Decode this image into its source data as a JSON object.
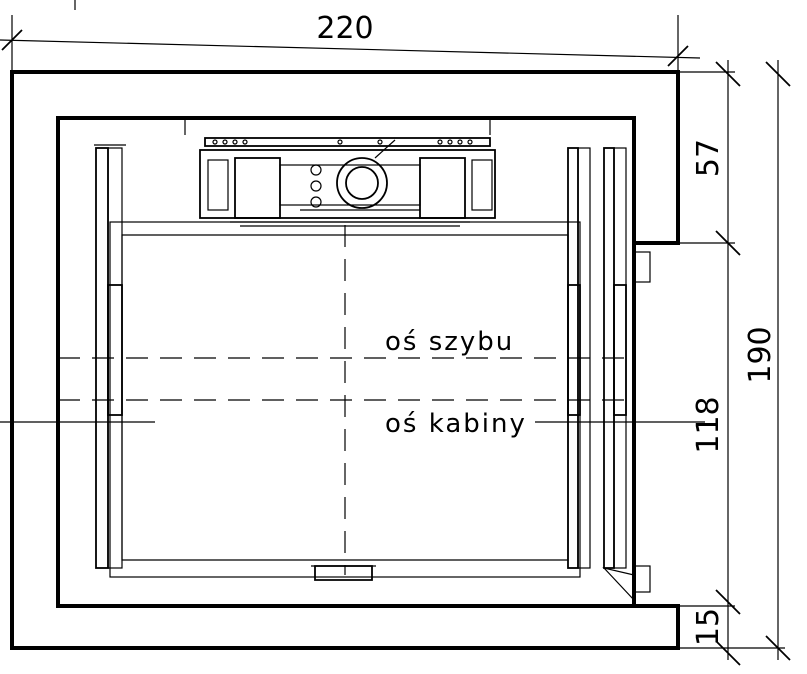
{
  "dimensions": {
    "shaft_width": "220",
    "machine_depth": "57",
    "shaft_depth": "190",
    "cabin_axis_offset": "118",
    "bottom_wall": "15"
  },
  "axes": {
    "shaft_axis_label": "oś szybu",
    "cabin_axis_label": "oś kabiny"
  }
}
